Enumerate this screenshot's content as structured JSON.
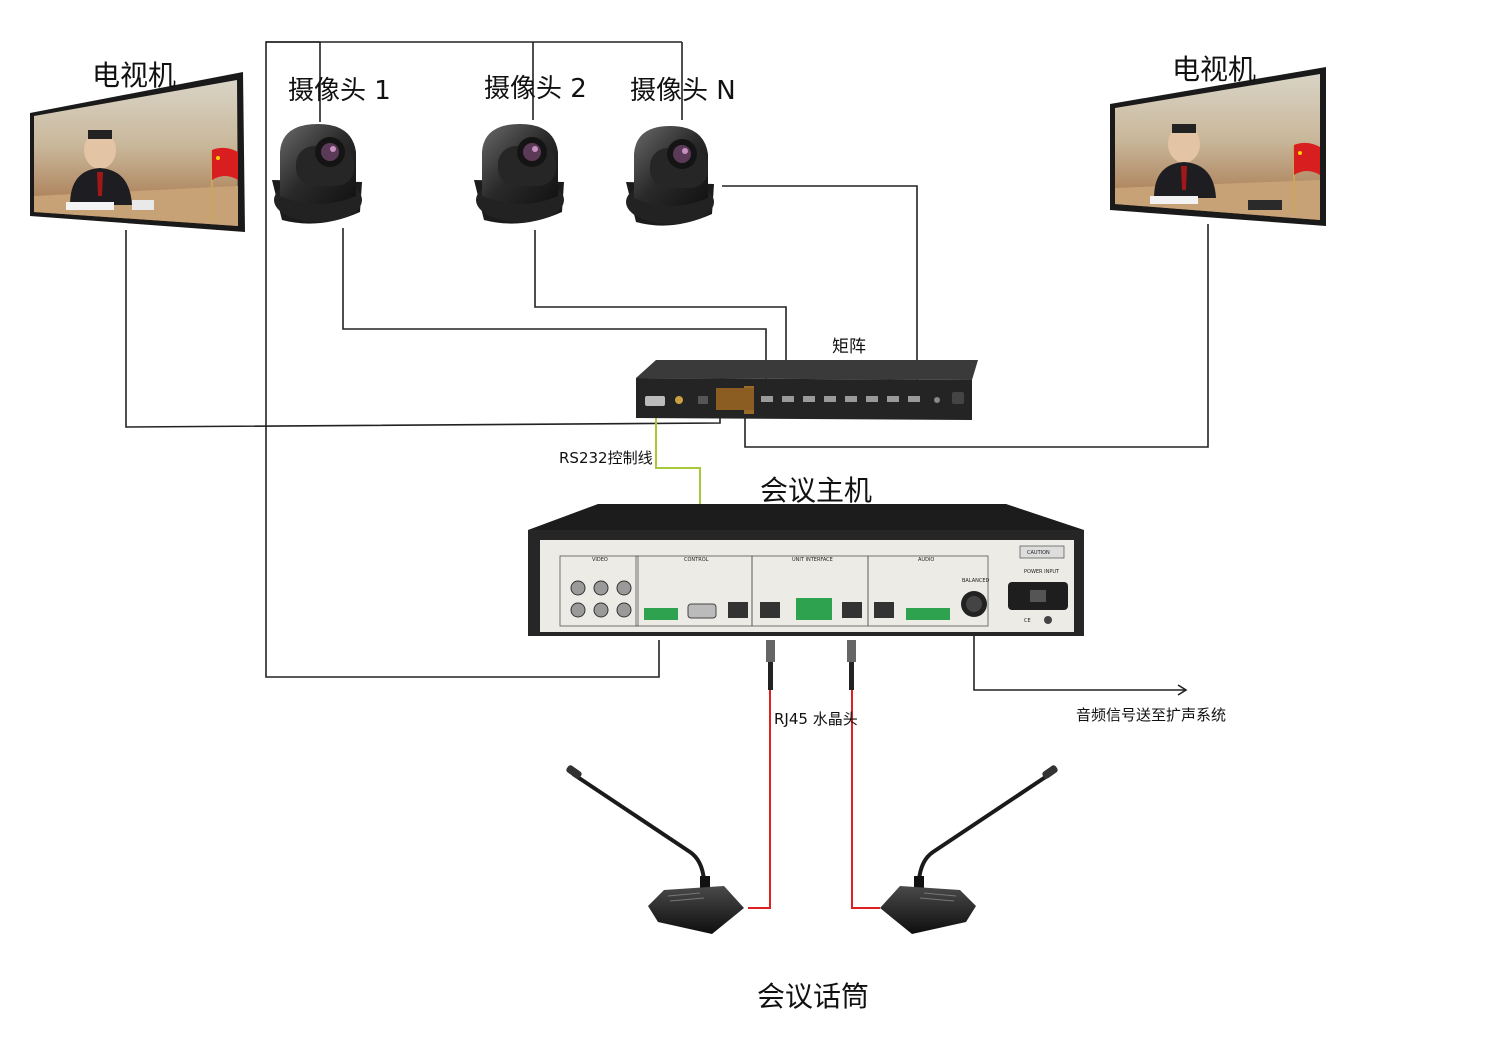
{
  "labels": {
    "tv_left": "电视机",
    "tv_right": "电视机",
    "camera_1": "摄像头 1",
    "camera_2": "摄像头 2",
    "camera_n": "摄像头 N",
    "matrix": "矩阵",
    "rs232": "RS232控制线",
    "host": "会议主机",
    "rj45": "RJ45 水晶头",
    "audio_out": "音频信号送至扩声系统",
    "microphones": "会议话筒"
  },
  "panel_text": {
    "video": "VIDEO",
    "control": "CONTROL",
    "unit_interface": "UNIT INTERFACE",
    "audio": "AUDIO",
    "caution": "CAUTION",
    "balanced": "BALANCED",
    "power": "POWER INPUT",
    "ce": "CE"
  },
  "colors": {
    "cable": "#222222",
    "rs232_cable": "#a7c83a",
    "rj45_cable": "#e02020",
    "device_body": "#2b2b2b",
    "panel": "#ecebe6"
  }
}
